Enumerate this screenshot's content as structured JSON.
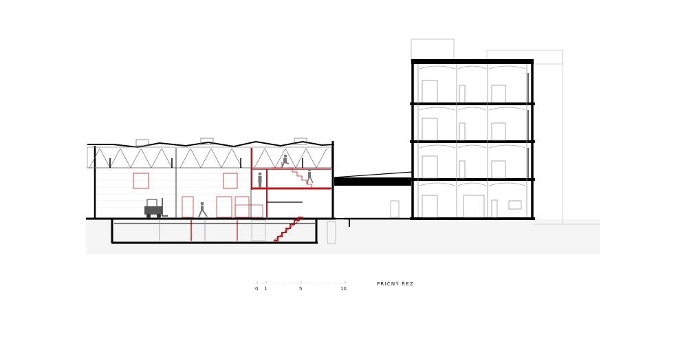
{
  "drawing": {
    "title": "PŘÍČNÝ ŘEZ",
    "scale_bar": {
      "labels": [
        "0",
        "1",
        "5",
        "10"
      ]
    }
  },
  "colors": {
    "structure": "#000000",
    "new_intervention": "#c0161b",
    "thin_line": "#9a9a9a",
    "ground": "#f4f4f4"
  }
}
